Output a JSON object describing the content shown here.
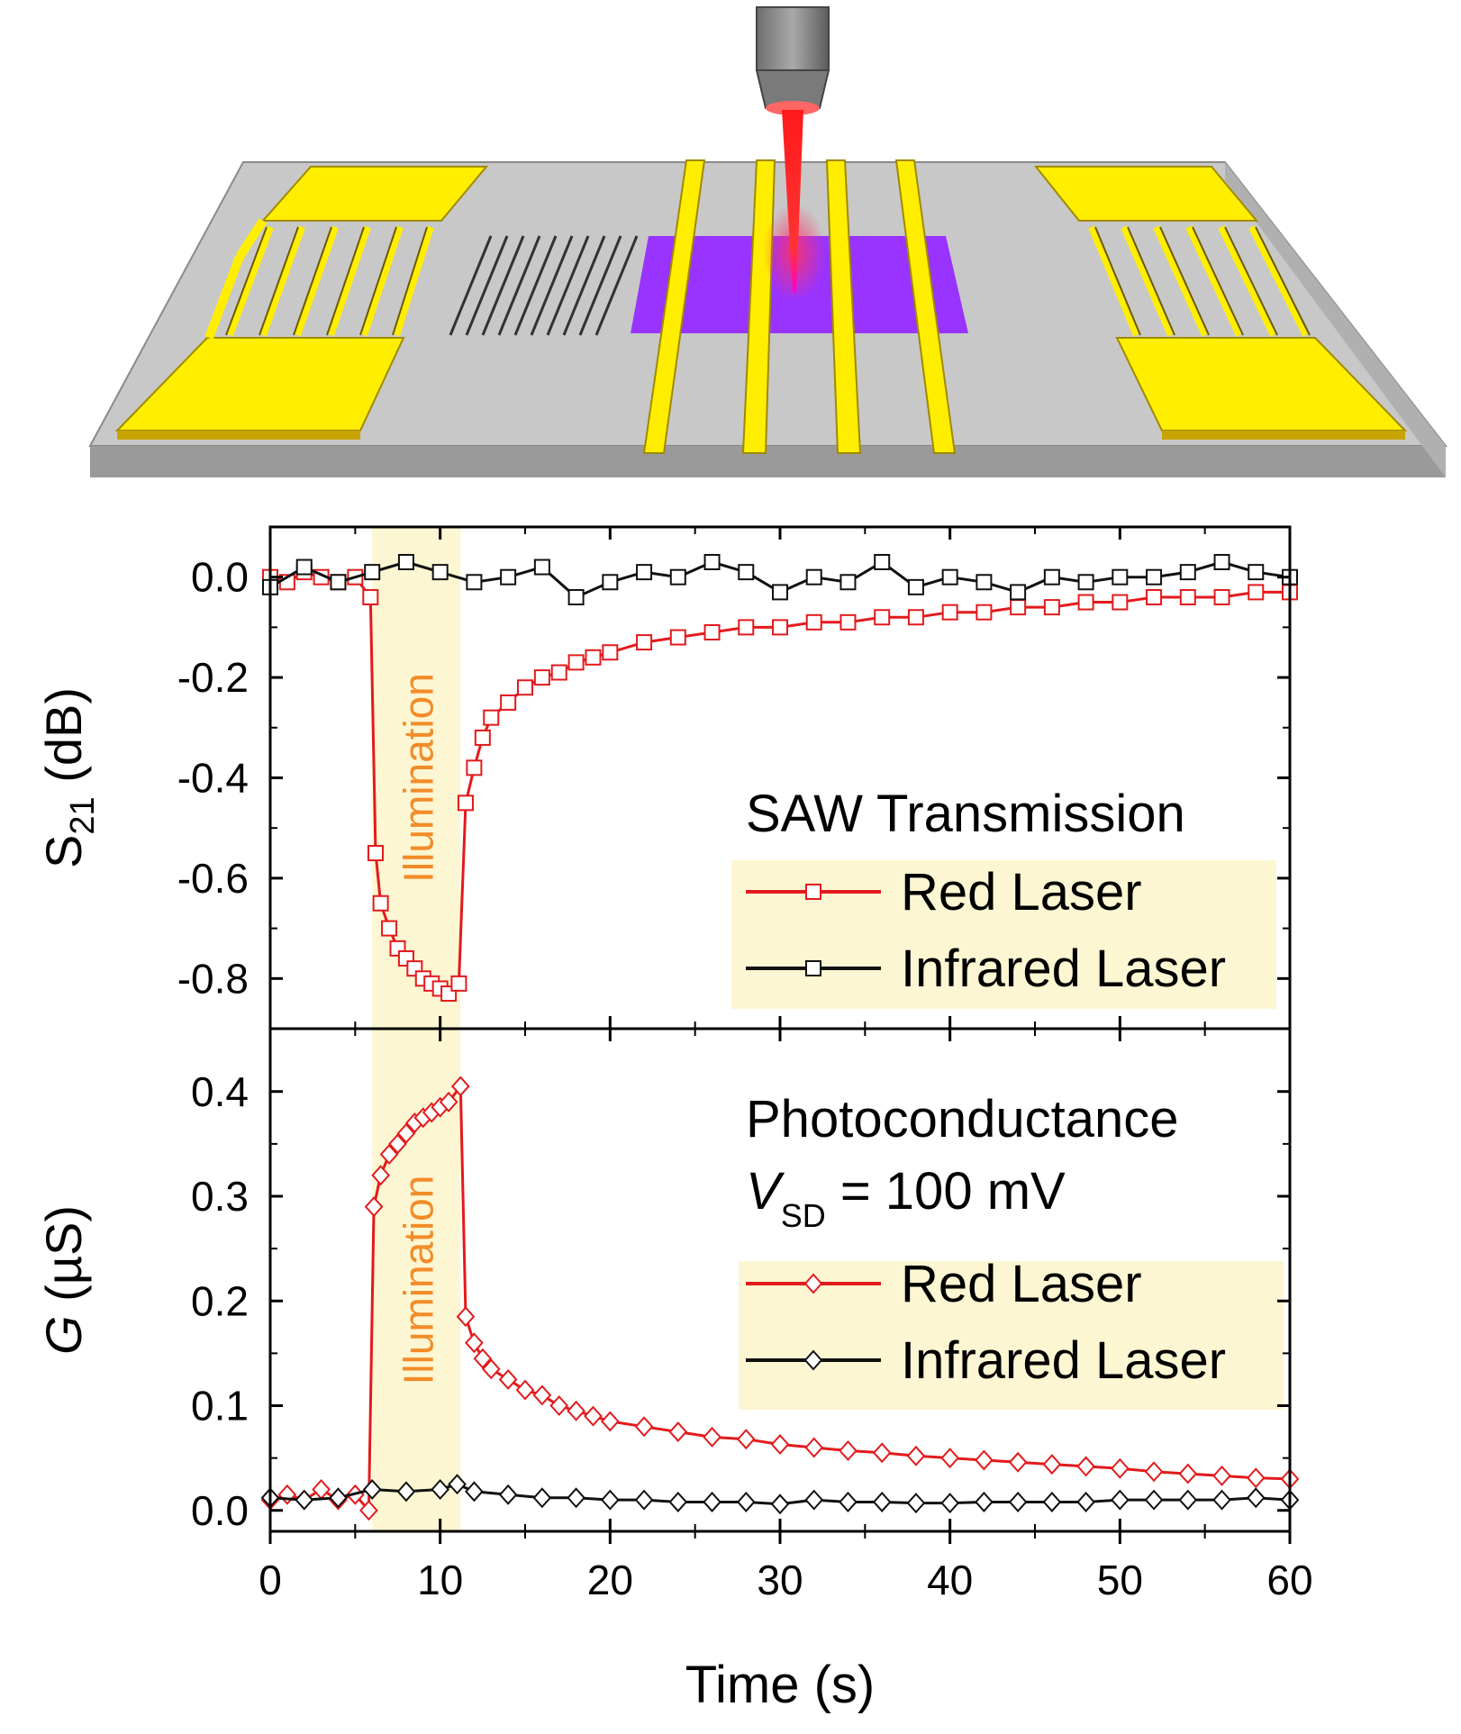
{
  "colors": {
    "red": "#e31a1c",
    "black": "#111111",
    "illumination_band": "#fdf6d2",
    "illumination_text": "#f28c28",
    "legend_bg": "#fdf6d2",
    "substrate": "#c8c8c8",
    "electrode": "#ffee00",
    "channel": "#9933ff",
    "laser": "#ff0000"
  },
  "device_schematic": {
    "icons": [
      "laser-head-icon",
      "laser-beam-icon",
      "idt-electrode-icon",
      "contact-electrode-icon",
      "channel-region-icon",
      "reflector-grating-icon"
    ]
  },
  "shared": {
    "xlabel": "Time (s)",
    "xlim": [
      0,
      60
    ],
    "xticks": [
      "0",
      "10",
      "20",
      "30",
      "40",
      "50",
      "60"
    ],
    "illumination_window": [
      6,
      11.2
    ],
    "illumination_label": "Illumination"
  },
  "chart_data": [
    {
      "type": "line",
      "panel": "top",
      "ylabel_main": "S",
      "ylabel_sub": "21",
      "ylabel_unit": "(dB)",
      "ylim": [
        -0.9,
        0.1
      ],
      "yticks": [
        "0.0",
        "-0.2",
        "-0.4",
        "-0.6",
        "-0.8"
      ],
      "ytick_values": [
        0.0,
        -0.2,
        -0.4,
        -0.6,
        -0.8
      ],
      "annotation": "SAW Transmission",
      "legend": {
        "placement": "lower-right",
        "entries": [
          "Red Laser",
          "Infrared Laser"
        ]
      },
      "series": [
        {
          "name": "Red Laser",
          "color": "red",
          "marker": "square",
          "x": [
            0,
            1,
            2,
            3,
            4,
            5,
            5.9,
            6.2,
            6.5,
            7,
            7.5,
            8,
            8.5,
            9,
            9.5,
            10,
            10.5,
            11.1,
            11.5,
            12,
            12.5,
            13,
            14,
            15,
            16,
            17,
            18,
            19,
            20,
            22,
            24,
            26,
            28,
            30,
            32,
            34,
            36,
            38,
            40,
            42,
            44,
            46,
            48,
            50,
            52,
            54,
            56,
            58,
            60
          ],
          "y": [
            0.0,
            -0.01,
            0.01,
            0.0,
            -0.01,
            0.0,
            -0.04,
            -0.55,
            -0.65,
            -0.7,
            -0.74,
            -0.76,
            -0.78,
            -0.8,
            -0.81,
            -0.82,
            -0.83,
            -0.81,
            -0.45,
            -0.38,
            -0.32,
            -0.28,
            -0.25,
            -0.22,
            -0.2,
            -0.19,
            -0.17,
            -0.16,
            -0.15,
            -0.13,
            -0.12,
            -0.11,
            -0.1,
            -0.1,
            -0.09,
            -0.09,
            -0.08,
            -0.08,
            -0.07,
            -0.07,
            -0.06,
            -0.06,
            -0.05,
            -0.05,
            -0.04,
            -0.04,
            -0.04,
            -0.03,
            -0.03
          ]
        },
        {
          "name": "Infrared Laser",
          "color": "black",
          "marker": "square",
          "x": [
            0,
            2,
            4,
            6,
            8,
            10,
            12,
            14,
            16,
            18,
            20,
            22,
            24,
            26,
            28,
            30,
            32,
            34,
            36,
            38,
            40,
            42,
            44,
            46,
            48,
            50,
            52,
            54,
            56,
            58,
            60
          ],
          "y": [
            -0.02,
            0.02,
            -0.01,
            0.01,
            0.03,
            0.01,
            -0.01,
            0.0,
            0.02,
            -0.04,
            -0.01,
            0.01,
            0.0,
            0.03,
            0.01,
            -0.03,
            0.0,
            -0.01,
            0.03,
            -0.02,
            0.0,
            -0.01,
            -0.03,
            0.0,
            -0.01,
            0.0,
            0.0,
            0.01,
            0.03,
            0.01,
            0.0
          ]
        }
      ]
    },
    {
      "type": "line",
      "panel": "bottom",
      "ylabel_main": "G",
      "ylabel_unit": "(µS)",
      "ylim": [
        -0.02,
        0.46
      ],
      "yticks": [
        "0.0",
        "0.1",
        "0.2",
        "0.3",
        "0.4"
      ],
      "ytick_values": [
        0.0,
        0.1,
        0.2,
        0.3,
        0.4
      ],
      "annotation_lines": [
        "Photoconductance"
      ],
      "vsd_label": {
        "symbol": "V",
        "sub": "SD",
        "value": "= 100 mV"
      },
      "legend": {
        "placement": "right",
        "entries": [
          "Red Laser",
          "Infrared Laser"
        ]
      },
      "series": [
        {
          "name": "Red Laser",
          "color": "red",
          "marker": "diamond",
          "x": [
            0,
            1,
            2,
            3,
            4,
            5,
            5.8,
            6.1,
            6.5,
            7,
            7.5,
            8,
            8.5,
            9,
            9.5,
            10,
            10.5,
            11.2,
            11.5,
            12,
            12.5,
            13,
            14,
            15,
            16,
            17,
            18,
            19,
            20,
            22,
            24,
            26,
            28,
            30,
            32,
            34,
            36,
            38,
            40,
            42,
            44,
            46,
            48,
            50,
            52,
            54,
            56,
            58,
            60
          ],
          "y": [
            0.01,
            0.015,
            0.01,
            0.02,
            0.01,
            0.015,
            0.0,
            0.29,
            0.32,
            0.34,
            0.35,
            0.36,
            0.37,
            0.375,
            0.38,
            0.385,
            0.39,
            0.405,
            0.185,
            0.16,
            0.145,
            0.135,
            0.125,
            0.115,
            0.11,
            0.1,
            0.095,
            0.09,
            0.085,
            0.08,
            0.075,
            0.07,
            0.068,
            0.063,
            0.06,
            0.057,
            0.055,
            0.052,
            0.05,
            0.048,
            0.046,
            0.044,
            0.042,
            0.04,
            0.037,
            0.035,
            0.033,
            0.031,
            0.03
          ]
        },
        {
          "name": "Infrared Laser",
          "color": "black",
          "marker": "diamond",
          "x": [
            0,
            2,
            4,
            6,
            8,
            10,
            11,
            12,
            14,
            16,
            18,
            20,
            22,
            24,
            26,
            28,
            30,
            32,
            34,
            36,
            38,
            40,
            42,
            44,
            46,
            48,
            50,
            52,
            54,
            56,
            58,
            60
          ],
          "y": [
            0.012,
            0.01,
            0.012,
            0.02,
            0.018,
            0.02,
            0.025,
            0.018,
            0.015,
            0.012,
            0.012,
            0.01,
            0.01,
            0.008,
            0.008,
            0.008,
            0.006,
            0.01,
            0.008,
            0.008,
            0.007,
            0.007,
            0.008,
            0.008,
            0.008,
            0.008,
            0.01,
            0.01,
            0.01,
            0.01,
            0.012,
            0.01
          ]
        }
      ]
    }
  ]
}
